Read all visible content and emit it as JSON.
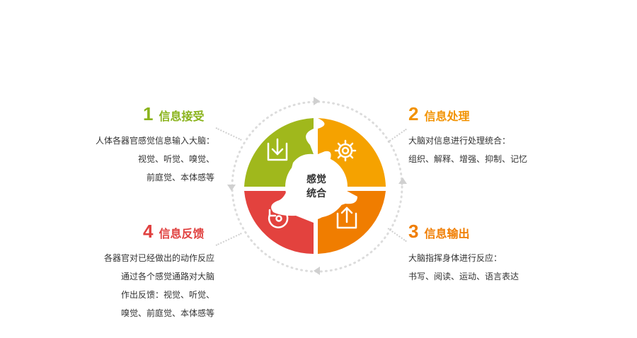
{
  "center": {
    "line1": "感觉",
    "line2": "统合"
  },
  "steps": [
    {
      "num": "1",
      "title": "信息接受",
      "color": "#8ab31c",
      "icon": "download-icon",
      "lines": [
        "人体各器官感觉信息输入大脑：",
        "视觉、听觉、嗅觉、",
        "前庭觉、本体感等"
      ]
    },
    {
      "num": "2",
      "title": "信息处理",
      "color": "#f29200",
      "icon": "gear-icon",
      "lines": [
        "大脑对信息进行处理统合：",
        "组织、解释、增强、抑制、记忆"
      ]
    },
    {
      "num": "3",
      "title": "信息输出",
      "color": "#f07d00",
      "icon": "share-icon",
      "lines": [
        "大脑指挥身体进行反应：",
        "书写、阅读、运动、语言表达"
      ]
    },
    {
      "num": "4",
      "title": "信息反馈",
      "color": "#e0403f",
      "icon": "refresh-icon",
      "lines": [
        "各器官对已经做出的动作反应",
        "通过各个感觉通路对大脑",
        "作出反馈：视觉、听觉、",
        "嗅觉、前庭觉、本体感等"
      ]
    }
  ],
  "colors": {
    "q1": "#a0b81c",
    "q2": "#f5a200",
    "q3": "#f07d00",
    "q4": "#e3423e",
    "ring": "#d9d9d9"
  }
}
